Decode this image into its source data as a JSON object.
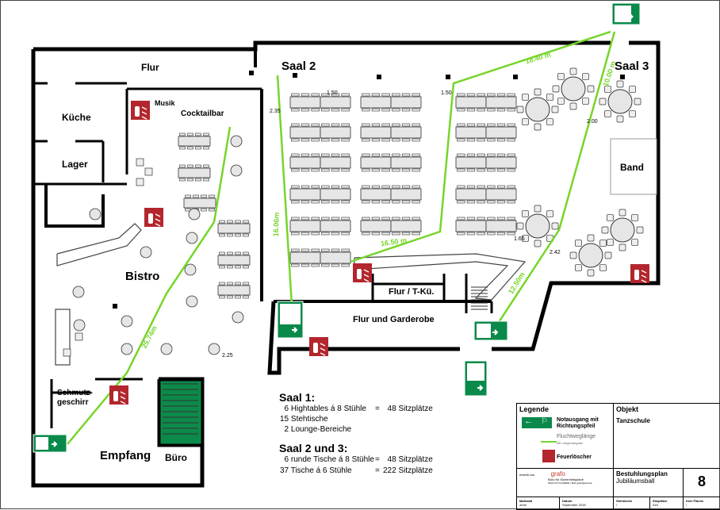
{
  "rooms": {
    "flur": "Flur",
    "kueche": "Küche",
    "lager": "Lager",
    "musik": "Musik",
    "cocktailbar": "Cocktailbar",
    "bistro": "Bistro",
    "schmutzgeschirr_1": "Schmutz-",
    "schmutzgeschirr_2": "geschirr",
    "empfang": "Empfang",
    "buero": "Büro",
    "saal2": "Saal 2",
    "saal3": "Saal 3",
    "band": "Band",
    "flur_tkue": "Flur / T-Kü.",
    "flur_garderobe": "Flur und Garderobe"
  },
  "distances": {
    "d1": "1.50",
    "d235": "2.35",
    "d200": "2.00",
    "d166": "1.66",
    "d242": "2.42",
    "d225": "2.25"
  },
  "escape_routes": {
    "r1": "18.40 m",
    "r2": "10.00 m",
    "r3": "16.06m",
    "r4": "16.50 m",
    "r5": "12.50m",
    "r6": "25.74m"
  },
  "summary": {
    "saal1_title": "Saal 1:",
    "saal1_lines": [
      {
        "left": "  6 Hightables á 8 Stühle",
        "eq": "=",
        "right": "  48 Sitzplätze"
      },
      {
        "left": "15 Stehtische",
        "eq": "",
        "right": ""
      },
      {
        "left": "  2 Lounge-Bereiche",
        "eq": "",
        "right": ""
      }
    ],
    "saal23_title": "Saal 2 und 3:",
    "saal23_lines": [
      {
        "left": "  6 runde Tische á 8 Stühle",
        "eq": "=",
        "right": "  48 Sitzplätze"
      },
      {
        "left": "37 Tische á 6 Stühle",
        "eq": "=",
        "right": "222 Sitzplätze"
      }
    ]
  },
  "legend": {
    "title": "Legende",
    "exit_label_1": "Notausgang mit",
    "exit_label_2": "Richtungspfeil",
    "route_label": "Fluchtweglänge",
    "route_sub": "mit Längenangabe",
    "extinguisher_label": "Feuerlöscher",
    "object_title": "Objekt",
    "object_value": "Tanzschule",
    "created_by": "erstellt von",
    "company_logo": "grafo",
    "company_name": "Büro für Sicherheitspläne",
    "company_contact": "Mobil 0173-3109893 | Mail grafo@web.de",
    "plan_title": "Bestuhlungsplan",
    "plan_subtitle": "Jubiläumsball",
    "plan_number": "8",
    "scale_label": "Maßstab",
    "scale_value": "ohne",
    "date_label": "Datum",
    "date_value": "September 2018",
    "stehtische_label": "Stehtische",
    "stehtische_value": "/",
    "sitzplaetze_label": "Sitzplätze",
    "sitzplaetze_value": "318",
    "freie_flaeche_label": "freie Fläche",
    "freie_flaeche_value": "/"
  },
  "colors": {
    "route": "#77d52a",
    "exit_sign": "#0a8a4a",
    "extinguisher": "#b3262d",
    "wall": "#000000",
    "table": "#e6e6e6"
  }
}
